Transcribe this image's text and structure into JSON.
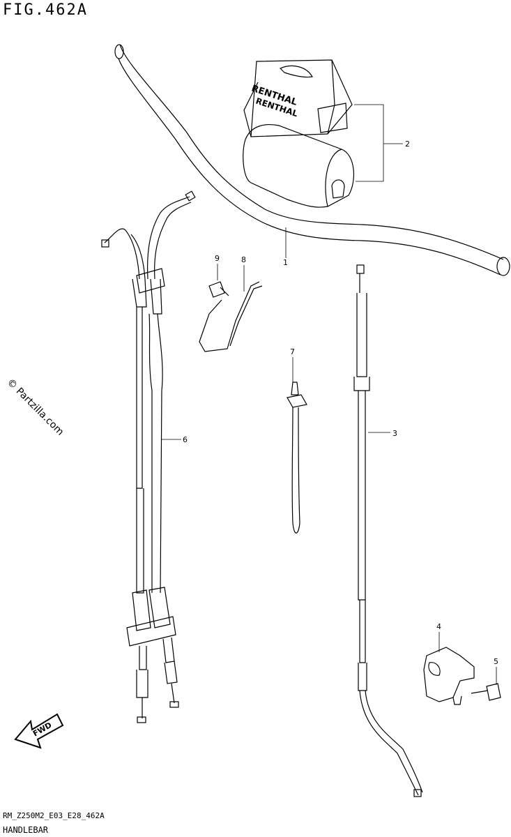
{
  "figure": {
    "title": "FIG.462A",
    "footer_code": "RM_Z250M2_E03_E28_462A",
    "footer_name": "HANDLEBAR",
    "watermark": "© Partzilla.com",
    "brand_text": "RENTHAL",
    "fwd_label": "FWD"
  },
  "callouts": [
    {
      "id": "1",
      "label": "1"
    },
    {
      "id": "2",
      "label": "2"
    },
    {
      "id": "3",
      "label": "3"
    },
    {
      "id": "4",
      "label": "4"
    },
    {
      "id": "5",
      "label": "5"
    },
    {
      "id": "6",
      "label": "6"
    },
    {
      "id": "7",
      "label": "7"
    },
    {
      "id": "8",
      "label": "8"
    },
    {
      "id": "9",
      "label": "9"
    }
  ]
}
